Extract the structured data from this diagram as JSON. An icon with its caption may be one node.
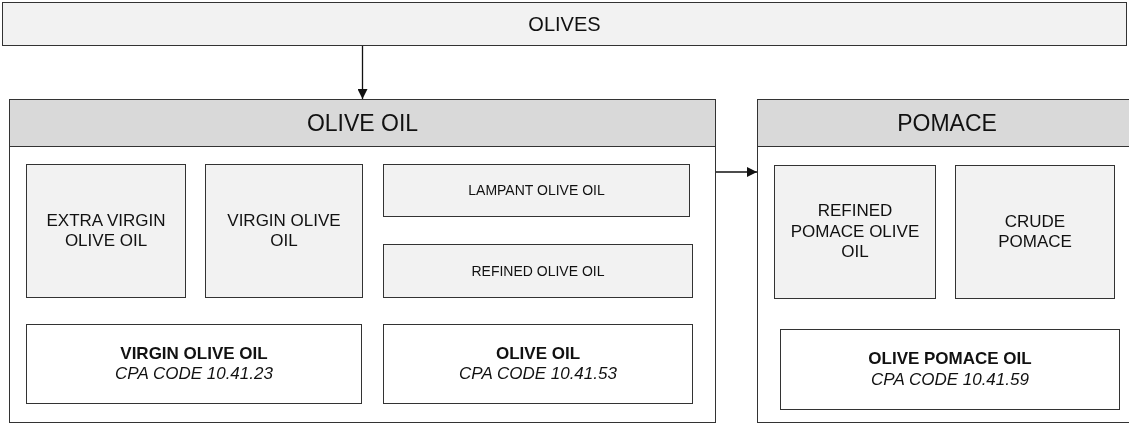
{
  "diagram": {
    "nodes": [
      {
        "text": [
          "OLIVES"
        ]
      },
      {
        "text": [
          "OLIVE OIL"
        ]
      },
      {
        "text": [
          "EXTRA VIRGIN OLIVE OIL"
        ],
        "in": 1
      },
      {
        "text": [
          "VIRGIN OLIVE OIL"
        ],
        "in": 1
      },
      {
        "text": [
          "LAMPANT OLIVE OIL"
        ],
        "in": 1
      },
      {
        "text": [
          "REFINED OLIVE OIL"
        ],
        "in": 1
      },
      {
        "text": [
          "VIRGIN OLIVE OIL",
          "CPA CODE 10.41.23"
        ],
        "in": 1
      },
      {
        "text": [
          "OLIVE OIL",
          "CPA CODE 10.41.53"
        ],
        "in": 1
      },
      {
        "text": [
          "POMACE"
        ]
      },
      {
        "text": [
          "REFINED POMACE OLIVE OIL"
        ],
        "in": 8
      },
      {
        "text": [
          "CRUDE POMACE"
        ],
        "in": 8
      },
      {
        "text": [
          "OLIVE POMACE OIL",
          "CPA CODE 10.41.59"
        ],
        "in": 8
      }
    ],
    "edges": [
      {
        "from": 0,
        "to": 1,
        "arrow": "to"
      },
      {
        "from": 1,
        "to": 8,
        "arrow": "to"
      }
    ]
  }
}
